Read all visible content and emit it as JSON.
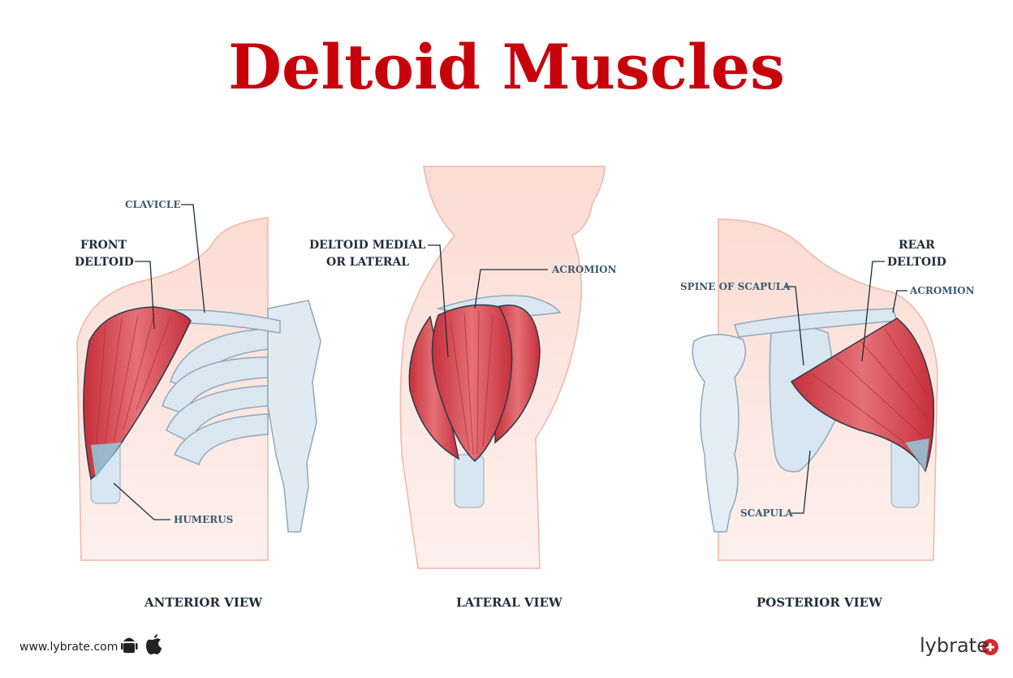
{
  "title": "Deltoid Muscles",
  "labels": {
    "clavicle": "CLAVICLE",
    "front_deltoid_1": "FRONT",
    "front_deltoid_2": "DELTOID",
    "humerus": "HUMERUS",
    "medial_1": "DELTOID MEDIAL",
    "medial_2": "OR LATERAL",
    "acromion_lateral": "ACROMION",
    "spine_of_scapula": "SPINE OF SCAPULA",
    "rear_deltoid_1": "REAR",
    "rear_deltoid_2": "DELTOID",
    "acromion_posterior": "ACROMION",
    "scapula": "SCAPULA"
  },
  "views": {
    "anterior": "ANTERIOR VIEW",
    "lateral": "LATERAL VIEW",
    "posterior": "POSTERIOR VIEW"
  },
  "footer": {
    "url": "www.lybrate.com",
    "brand": "lybrate",
    "icons": [
      "android-icon",
      "apple-icon"
    ]
  },
  "colors": {
    "title": "#c8000a",
    "muscle": "#d9545a",
    "skin": "#f9d6cc",
    "bone": "#dbe7f0"
  }
}
